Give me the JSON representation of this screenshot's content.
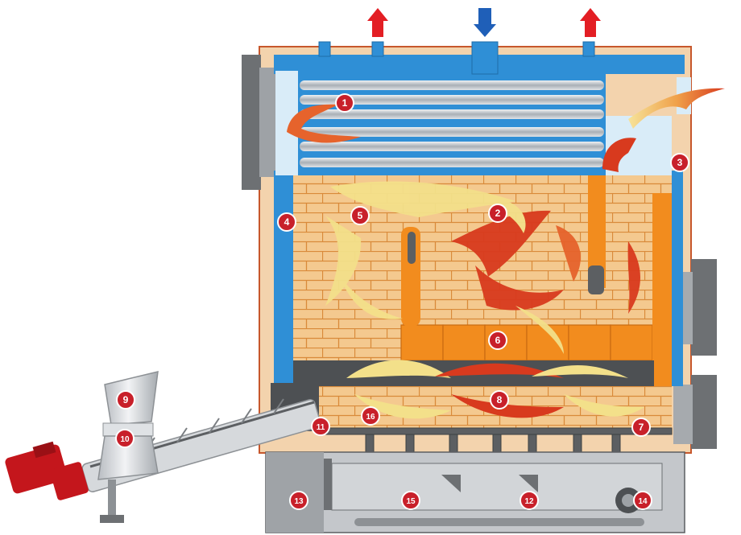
{
  "markers": [
    "1",
    "2",
    "3",
    "4",
    "5",
    "6",
    "7",
    "8",
    "9",
    "10",
    "11",
    "12",
    "13",
    "14",
    "15",
    "16"
  ],
  "arrows": {
    "outlet_left": "red-up-arrow",
    "inlet_center": "blue-down-arrow",
    "outlet_right": "red-up-arrow"
  },
  "colors": {
    "water_jacket": "#2f8fd6",
    "refractory_brick": "#f4c98f",
    "brick_lines": "#d98a3a",
    "flame_red": "#d83a1e",
    "flame_yellow": "#f3e08a",
    "steel_grey": "#bfc3c7",
    "dark_grey": "#5c5f62",
    "motor_red": "#c4161c",
    "marker_red": "#c8202a",
    "arrow_red": "#e31e24",
    "arrow_blue": "#1f5fb8"
  }
}
